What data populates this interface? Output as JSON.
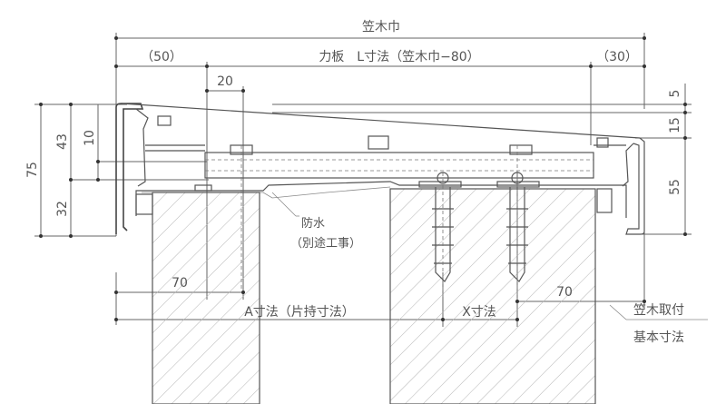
{
  "labels": {
    "coping_width": "笠木巾",
    "left_allowance": "（50）",
    "stiffener_length": "力板　L寸法（笠木巾−80）",
    "right_allowance": "（30）",
    "dim_20": "20",
    "dim_75": "75",
    "dim_43": "43",
    "dim_10": "10",
    "dim_32": "32",
    "dim_5": "5",
    "dim_15": "15",
    "dim_55": "55",
    "dim_70_left": "70",
    "dim_70_right": "70",
    "waterproofing": "防水",
    "separate_work": "（別途工事）",
    "dim_a": "A寸法（片持寸法）",
    "dim_x": "X寸法",
    "base_dim_line1": "笠木取付",
    "base_dim_line2": "基本寸法"
  },
  "colors": {
    "line": "#555555",
    "background": "#ffffff",
    "hatch": "#9a9a9a"
  }
}
